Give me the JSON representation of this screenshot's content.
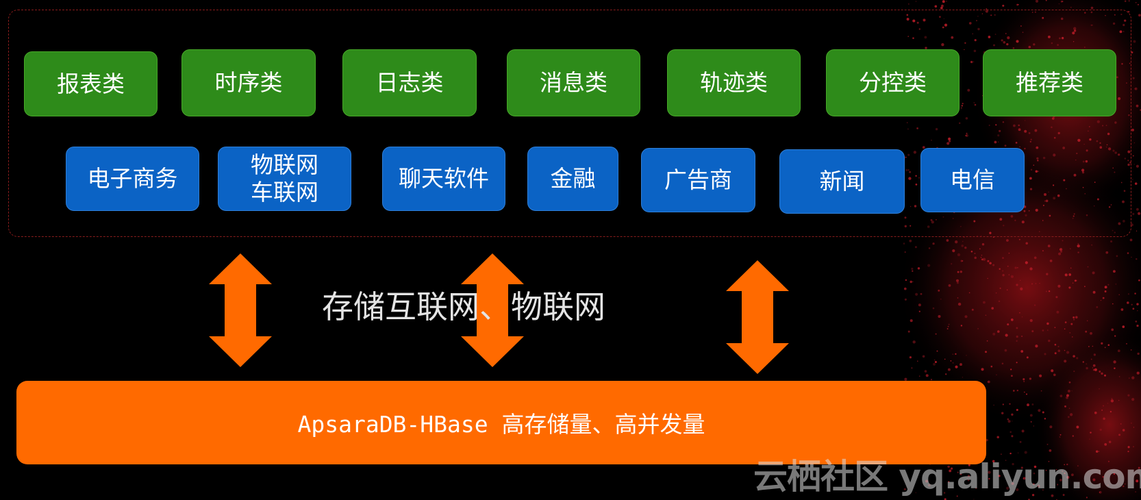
{
  "industries": [
    {
      "label": "报表类"
    },
    {
      "label": "时序类"
    },
    {
      "label": "日志类"
    },
    {
      "label": "消息类"
    },
    {
      "label": "轨迹类"
    },
    {
      "label": "分控类"
    },
    {
      "label": "推荐类"
    }
  ],
  "sectors": [
    {
      "label": "电子商务"
    },
    {
      "label": "物联网\n车联网"
    },
    {
      "label": "聊天软件"
    },
    {
      "label": "金融"
    },
    {
      "label": "广告商"
    },
    {
      "label": "新闻"
    },
    {
      "label": "电信"
    }
  ],
  "center_text": "存储互联网、物联网",
  "bottom_bar": "ApsaraDB-HBase 高存储量、高并发量",
  "watermark": "云栖社区 yq.aliyun.com",
  "colors": {
    "green": "#2e8b1a",
    "blue": "#0b63c5",
    "orange": "#ff6a00",
    "frame": "#8a1c1c"
  }
}
